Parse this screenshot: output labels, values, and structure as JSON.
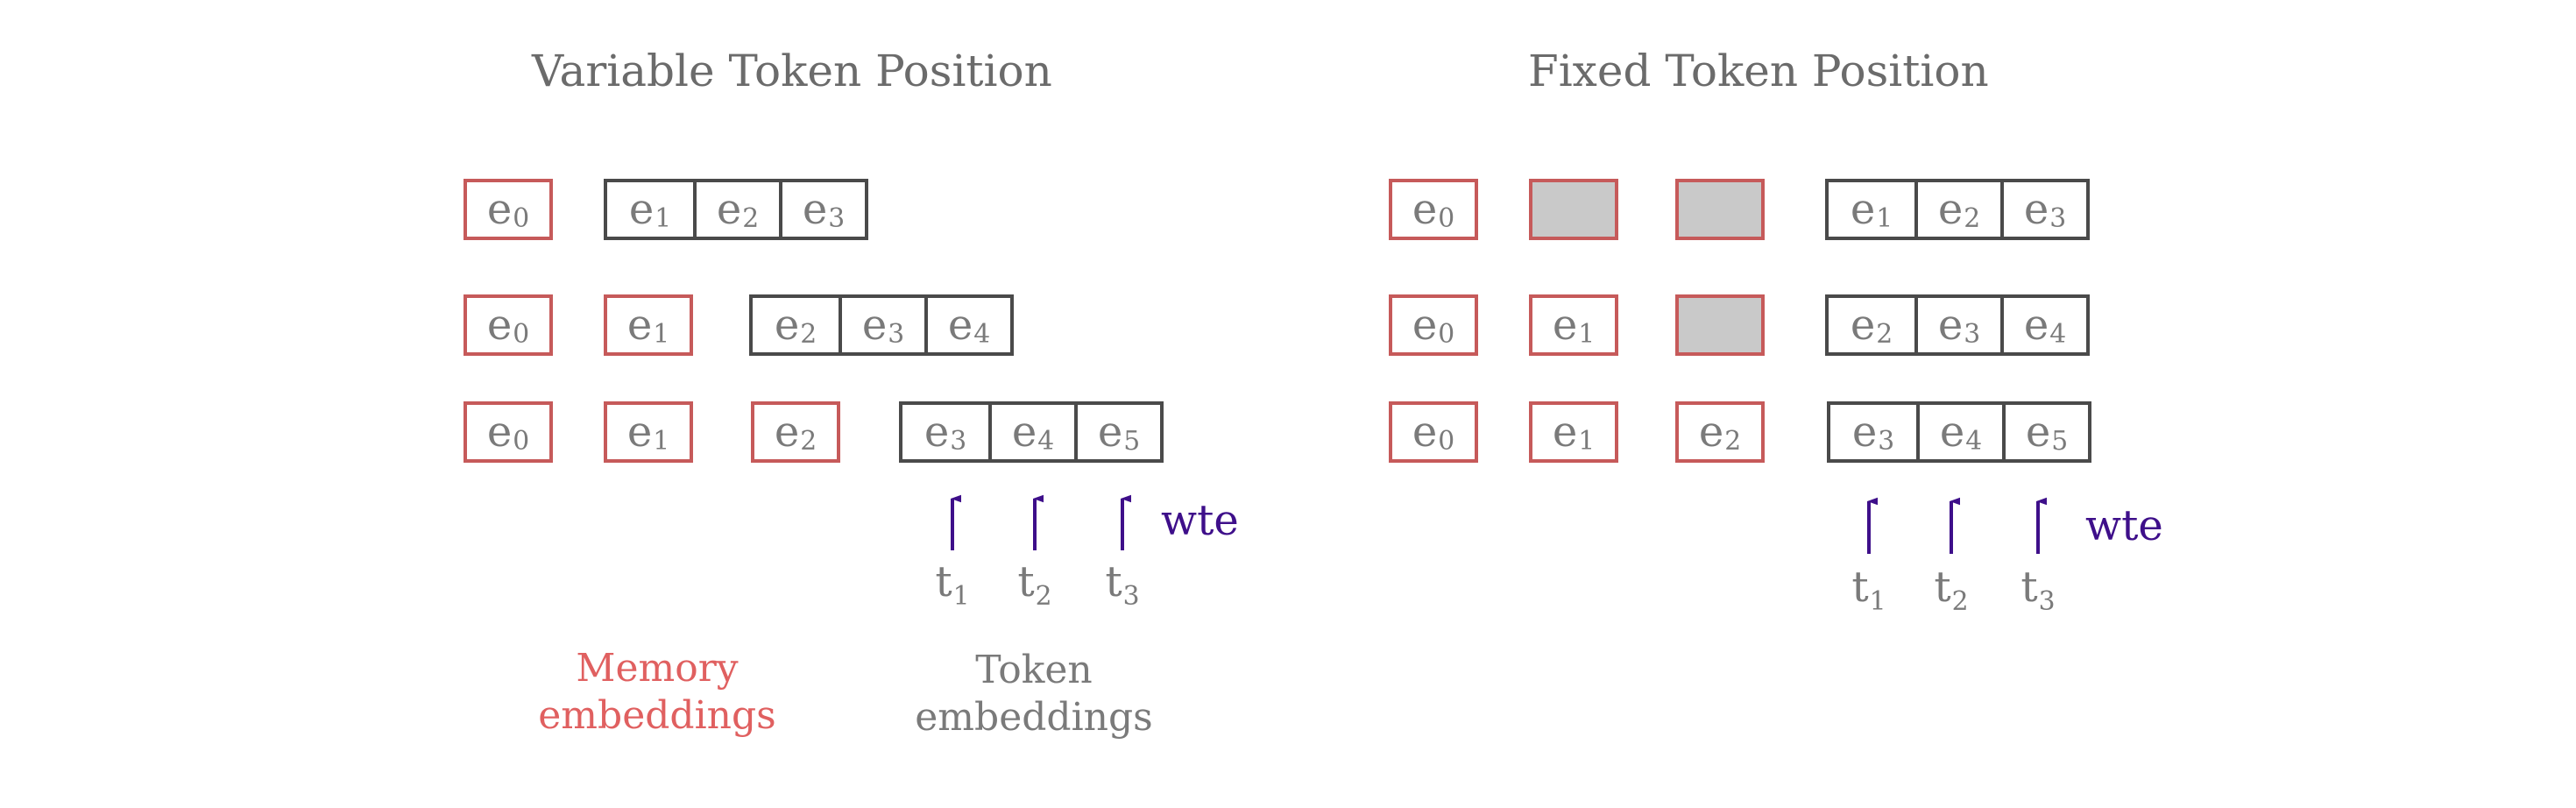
{
  "panels": [
    {
      "title": "Variable Token Position",
      "rows": [
        {
          "memory": [
            "e0"
          ],
          "tokens": [
            "e1",
            "e2",
            "e3"
          ]
        },
        {
          "memory": [
            "e0",
            "e1"
          ],
          "tokens": [
            "e2",
            "e3",
            "e4"
          ]
        },
        {
          "memory": [
            "e0",
            "e1",
            "e2"
          ],
          "tokens": [
            "e3",
            "e4",
            "e5"
          ]
        }
      ],
      "inputs": [
        "t1",
        "t2",
        "t3"
      ],
      "wte_label": "wte"
    },
    {
      "title": "Fixed Token Position",
      "rows": [
        {
          "memory": [
            "e0",
            "",
            ""
          ],
          "tokens": [
            "e1",
            "e2",
            "e3"
          ]
        },
        {
          "memory": [
            "e0",
            "e1",
            ""
          ],
          "tokens": [
            "e2",
            "e3",
            "e4"
          ]
        },
        {
          "memory": [
            "e0",
            "e1",
            "e2"
          ],
          "tokens": [
            "e3",
            "e4",
            "e5"
          ]
        }
      ],
      "inputs": [
        "t1",
        "t2",
        "t3"
      ],
      "wte_label": "wte"
    }
  ],
  "legend": {
    "memory_line1": "Memory",
    "memory_line2": "embeddings",
    "token_line1": "Token",
    "token_line2": "embeddings"
  },
  "colors": {
    "memory_border": "#c65a5a",
    "token_border": "#4a4a4a",
    "blank_fill": "#c9c9c9",
    "arrow": "#3e0f8a",
    "memory_legend": "#e06060",
    "token_legend": "#7a7a7a",
    "title": "#6b6b6b"
  }
}
